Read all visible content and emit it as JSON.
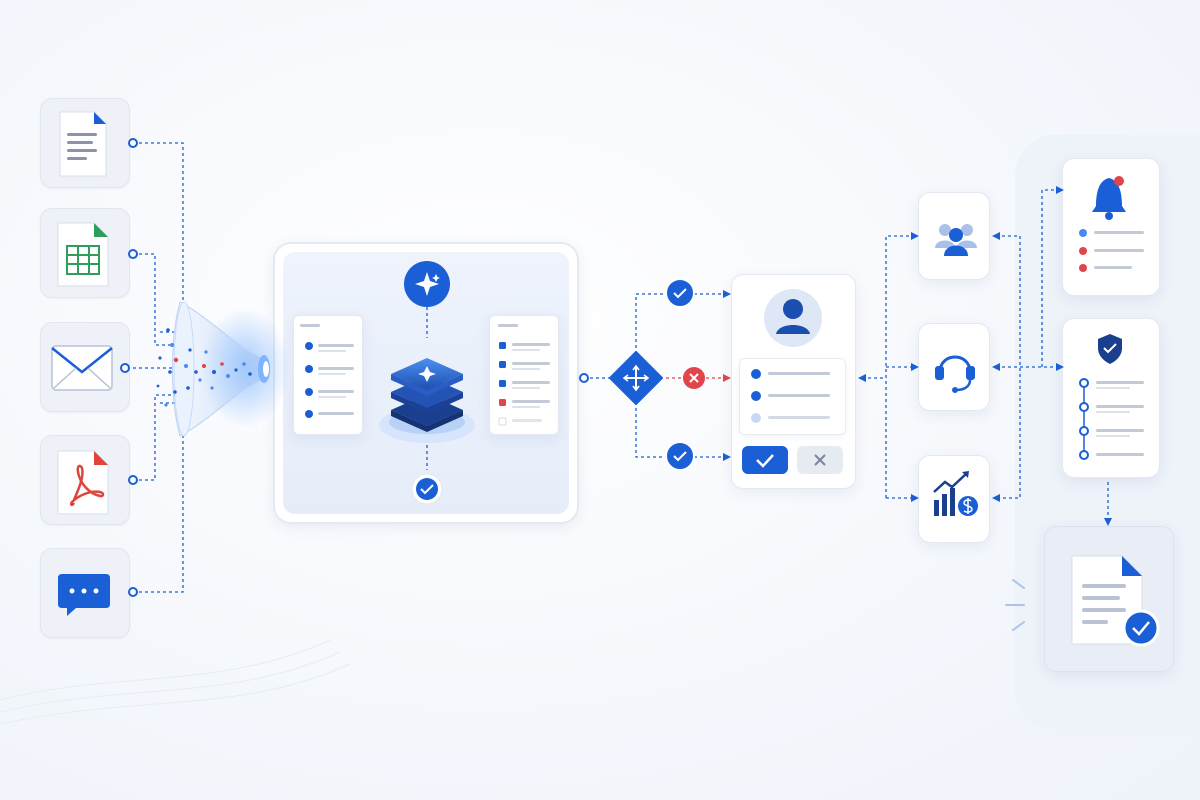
{
  "diagram": {
    "sources": [
      {
        "name": "document",
        "icon": "document-icon"
      },
      {
        "name": "spreadsheet",
        "icon": "spreadsheet-icon"
      },
      {
        "name": "email",
        "icon": "envelope-icon"
      },
      {
        "name": "pdf",
        "icon": "pdf-icon"
      },
      {
        "name": "chat",
        "icon": "chat-bubble-icon"
      }
    ],
    "ai_engine": {
      "icon": "sparkle-icon",
      "stack_icon": "layer-stack-icon",
      "status_icon": "check-icon"
    },
    "router": {
      "icon": "decision-diamond-icon",
      "branches": [
        "approved-check",
        "rejected-x",
        "approved-check"
      ]
    },
    "review": {
      "avatar_icon": "user-avatar-icon",
      "approve_icon": "check-icon",
      "reject_icon": "close-icon"
    },
    "destinations": [
      {
        "name": "team",
        "icon": "team-icon"
      },
      {
        "name": "support",
        "icon": "headset-icon"
      },
      {
        "name": "finance",
        "icon": "growth-chart-dollar-icon"
      }
    ],
    "outputs": [
      {
        "name": "notification",
        "icon": "bell-icon"
      },
      {
        "name": "security",
        "icon": "shield-check-icon"
      },
      {
        "name": "final-document",
        "icon": "document-approved-icon"
      }
    ],
    "colors": {
      "accent": "#1a5fd6",
      "accent_light": "#4a8af0",
      "reject": "#e0454b",
      "sheet_green": "#2f9e5b",
      "pdf_red": "#e0453b",
      "line_gray": "#d5dbe6",
      "tile_bg": "#eef1f7"
    }
  }
}
